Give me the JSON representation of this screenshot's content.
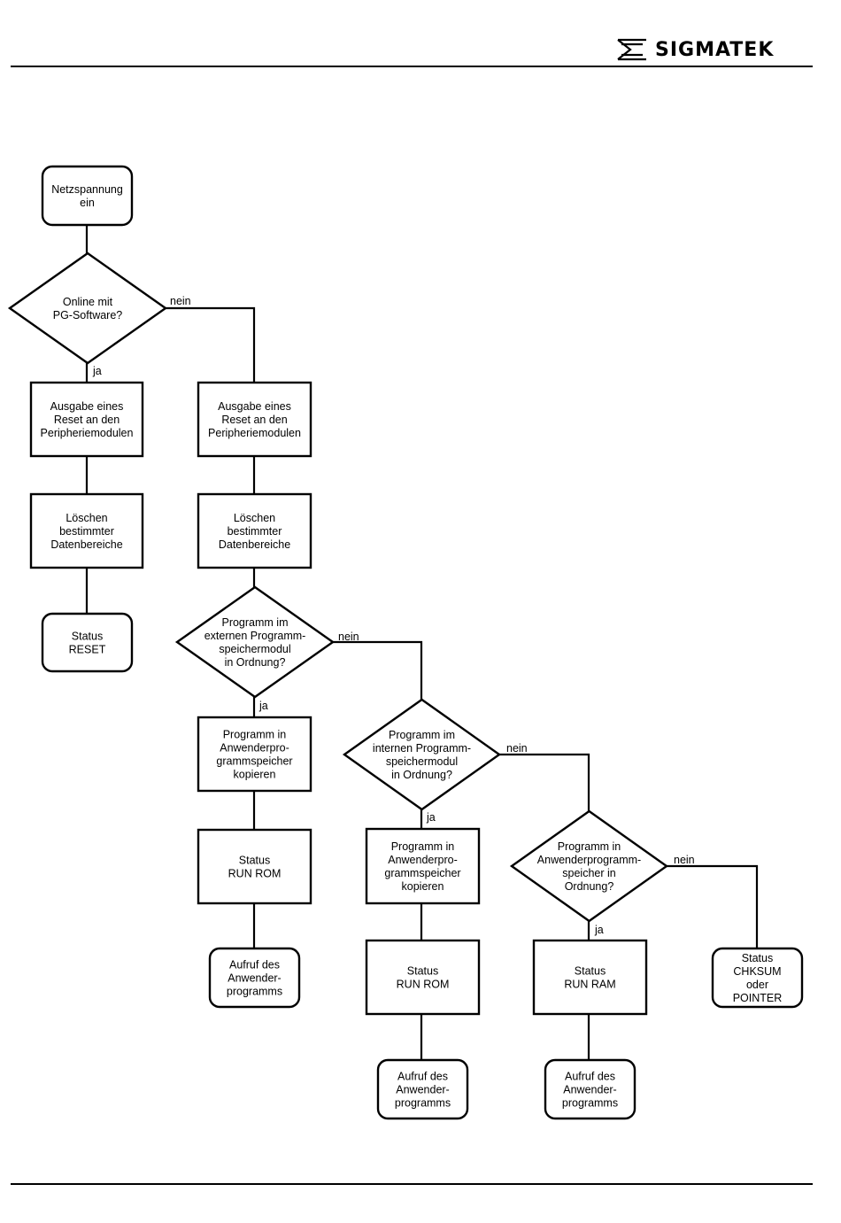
{
  "brand": {
    "name": "SIGMATEK"
  },
  "flowchart": {
    "start": [
      "Netzspannung",
      "ein"
    ],
    "d_online": [
      "Online mit",
      "PG-Software?"
    ],
    "l_online_ja": "ja",
    "l_online_nein": "nein",
    "p_reset_left": [
      "Ausgabe eines",
      "Reset an den",
      "Peripheriemodulen"
    ],
    "p_reset_right": [
      "Ausgabe eines",
      "Reset an den",
      "Peripheriemodulen"
    ],
    "p_clear_left": [
      "Löschen",
      "bestimmter",
      "Datenbereiche"
    ],
    "p_clear_right": [
      "Löschen",
      "bestimmter",
      "Datenbereiche"
    ],
    "t_status_reset": [
      "Status",
      "RESET"
    ],
    "d_external": [
      "Programm im",
      "externen Programm-",
      "speichermodul",
      "in Ordnung?"
    ],
    "l_external_ja": "ja",
    "l_external_nein": "nein",
    "p_copy1": [
      "Programm in",
      "Anwenderpro-",
      "grammspeicher",
      "kopieren"
    ],
    "p_runrom1": [
      "Status",
      "RUN ROM"
    ],
    "t_call1": [
      "Aufruf des",
      "Anwender-",
      "programms"
    ],
    "d_internal": [
      "Programm im",
      "internen Programm-",
      "speichermodul",
      "in Ordnung?"
    ],
    "l_internal_ja": "ja",
    "l_internal_nein": "nein",
    "p_copy2": [
      "Programm in",
      "Anwenderpro-",
      "grammspeicher",
      "kopieren"
    ],
    "p_runrom2": [
      "Status",
      "RUN ROM"
    ],
    "t_call2": [
      "Aufruf des",
      "Anwender-",
      "programms"
    ],
    "d_user": [
      "Programm in",
      "Anwenderprogramm-",
      "speicher in",
      "Ordnung?"
    ],
    "l_user_ja": "ja",
    "l_user_nein": "nein",
    "p_runram": [
      "Status",
      "RUN RAM"
    ],
    "t_call3": [
      "Aufruf des",
      "Anwender-",
      "programms"
    ],
    "t_chksum": [
      "Status",
      "CHKSUM",
      "oder",
      "POINTER"
    ]
  }
}
